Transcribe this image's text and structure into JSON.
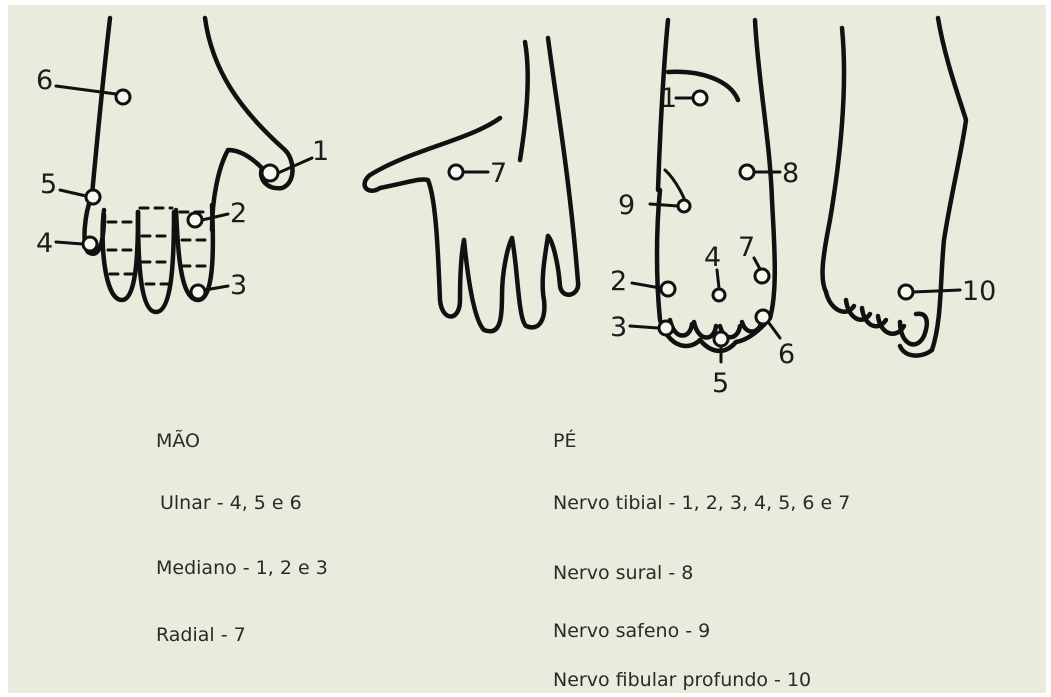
{
  "labels": {
    "hand_palm": [
      "6",
      "1",
      "5",
      "2",
      "4",
      "3"
    ],
    "hand_back": [
      "7"
    ],
    "foot_sole": [
      "1",
      "8",
      "9",
      "4",
      "7",
      "2",
      "3",
      "6",
      "5"
    ],
    "foot_side": [
      "10"
    ]
  },
  "legend": {
    "hand": {
      "title": "MÃO",
      "items": [
        "Ulnar - 4, 5 e 6",
        "Mediano - 1, 2 e 3",
        "Radial - 7"
      ]
    },
    "foot": {
      "title": "PÉ",
      "items": [
        "Nervo tibial - 1, 2, 3, 4, 5, 6 e 7",
        "Nervo sural - 8",
        "Nervo safeno - 9",
        "Nervo fibular profundo - 10"
      ]
    }
  }
}
